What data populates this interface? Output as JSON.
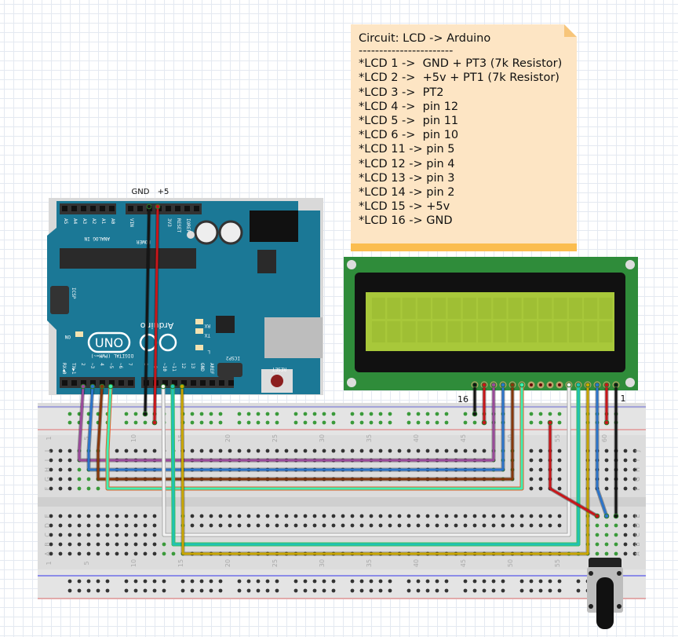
{
  "note": {
    "title": "Circuit: LCD -> Arduino",
    "separator": "-----------------------",
    "lines": [
      "*LCD 1 ->  GND + PT3 (7k Resistor)",
      "*LCD 2 ->  +5v + PT1 (7k Resistor)",
      "*LCD 3 ->  PT2",
      "*LCD 4 ->  pin 12",
      "*LCD 5 ->  pin 11",
      "*LCD 6 ->  pin 10",
      "*LCD 11 -> pin 5",
      "*LCD 12 -> pin 4",
      "*LCD 13 -> pin 3",
      "*LCD 14 -> pin 2",
      "*LCD 15 -> +5v",
      "*LCD 16 -> GND"
    ]
  },
  "labels": {
    "gnd": "GND",
    "plus5": "+5",
    "lcd_pin16": "16",
    "lcd_pin1": "1"
  },
  "arduino": {
    "analog_pins": [
      "A5",
      "A4",
      "A3",
      "A2",
      "A1",
      "A0"
    ],
    "analog_in": "ANALOG IN",
    "power": "POWER",
    "power_pins": [
      "VIN",
      "",
      "",
      "",
      "3V3",
      "RESET",
      "IOREF"
    ],
    "icsp": "ICSP",
    "icsp2": "ICSP2",
    "on": "ON",
    "rx": "RX",
    "tx": "TX",
    "l": "L",
    "uno": "UNO",
    "brand": "Arduino",
    "digital": "DIGITAL (PWM=~)",
    "digital_pins": [
      "RX◀0",
      "TX▶1",
      "2",
      "~3",
      "4",
      "~5",
      "~6",
      "7",
      "8",
      "~9",
      "~10",
      "~11",
      "12",
      "13",
      "GND",
      "AREF"
    ],
    "reset": "RESET"
  },
  "breadboard": {
    "column_labels": [
      "1",
      "5",
      "10",
      "15",
      "20",
      "25",
      "30",
      "35",
      "40",
      "45",
      "50",
      "55",
      "60"
    ],
    "top_rows": [
      "J",
      "I",
      "H",
      "G",
      "F"
    ],
    "bottom_rows": [
      "E",
      "D",
      "C",
      "B",
      "A"
    ]
  },
  "colors": {
    "purple": "#9a4a9a",
    "blue": "#2c74c9",
    "brown": "#86380c",
    "aqua": "#3df0b4",
    "black": "#151515",
    "red": "#c8161a",
    "white": "#f4f4f4",
    "cyan": "#20c2b4",
    "yellow": "#c9a600",
    "board": "#1b7896",
    "lcd_pcb": "#2f8c3a",
    "lcd_screen": "#a8c83a",
    "note": "#fde5c4",
    "note_bar": "#fbbd4f"
  }
}
